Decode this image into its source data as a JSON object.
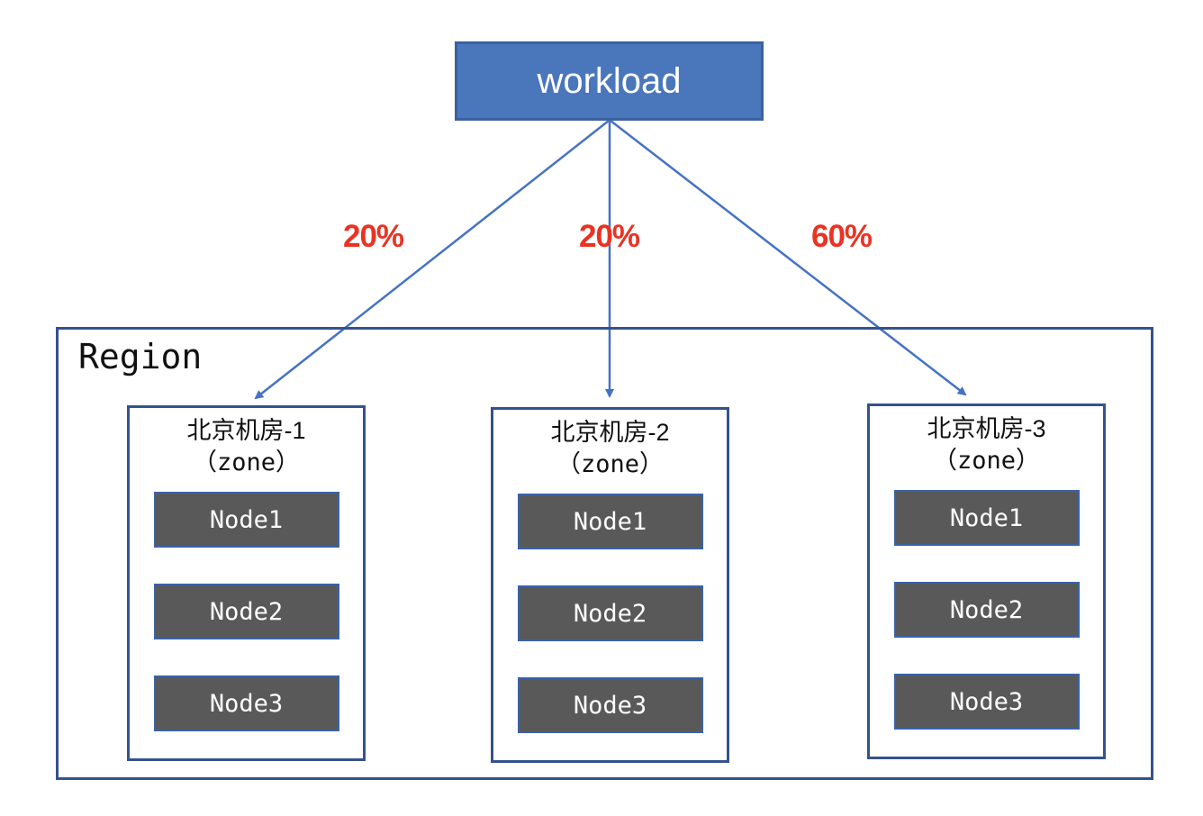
{
  "diagram": {
    "workload_label": "workload",
    "region_label": "Region",
    "traffic_split": {
      "percentages": [
        "20%",
        "20%",
        "60%"
      ]
    },
    "zones": [
      {
        "name": "北京机房-1",
        "type_label": "（zone）",
        "nodes": [
          "Node1",
          "Node2",
          "Node3"
        ]
      },
      {
        "name": "北京机房-2",
        "type_label": "（zone）",
        "nodes": [
          "Node1",
          "Node2",
          "Node3"
        ]
      },
      {
        "name": "北京机房-3",
        "type_label": "（zone）",
        "nodes": [
          "Node1",
          "Node2",
          "Node3"
        ]
      }
    ],
    "colors": {
      "workload_fill": "#4A76BC",
      "workload_border": "#3B619E",
      "arrow": "#4472C4",
      "percent_text": "#EA3323",
      "container_border": "#35528F",
      "node_fill": "#595959",
      "node_border": "#3A62A7",
      "node_text": "#FFFFFF"
    }
  }
}
